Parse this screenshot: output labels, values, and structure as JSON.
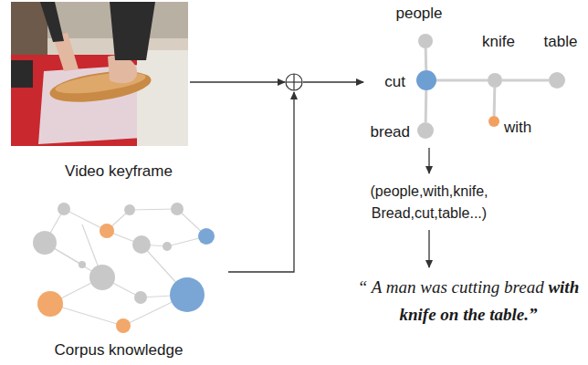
{
  "diagram": {
    "nodes": [
      {
        "text": [
          "people"
        ]
      },
      {
        "text": [
          "cut"
        ]
      },
      {
        "text": [
          "knife"
        ]
      },
      {
        "text": [
          "table"
        ]
      },
      {
        "text": [
          "bread"
        ]
      },
      {
        "text": [
          "with"
        ]
      }
    ],
    "edges": [
      {
        "from": 1,
        "to": 0,
        "arrow": "none"
      },
      {
        "from": 1,
        "to": 4,
        "arrow": "none"
      },
      {
        "from": 1,
        "to": 2,
        "arrow": "none"
      },
      {
        "from": 2,
        "to": 3,
        "arrow": "none"
      },
      {
        "from": 2,
        "to": 5,
        "arrow": "none"
      }
    ],
    "labels": [
      "Video keyframe",
      "Corpus knowledge",
      "(people,with,knife, Bread,cut,table...)",
      "“ A man was cutting bread",
      "with knife on the table.”"
    ]
  }
}
